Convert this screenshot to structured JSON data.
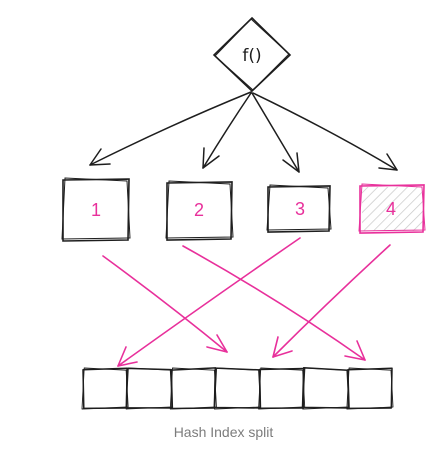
{
  "diagram": {
    "function": {
      "label": "f()"
    },
    "buckets": [
      {
        "label": "1",
        "hatched": false
      },
      {
        "label": "2",
        "hatched": false
      },
      {
        "label": "3",
        "hatched": false
      },
      {
        "label": "4",
        "hatched": true
      }
    ],
    "table_cell_count": 7,
    "caption": "Hash Index split",
    "colors": {
      "ink": "#1e1e1e",
      "accent": "#e8309b",
      "caption": "#7c7c7c"
    }
  }
}
